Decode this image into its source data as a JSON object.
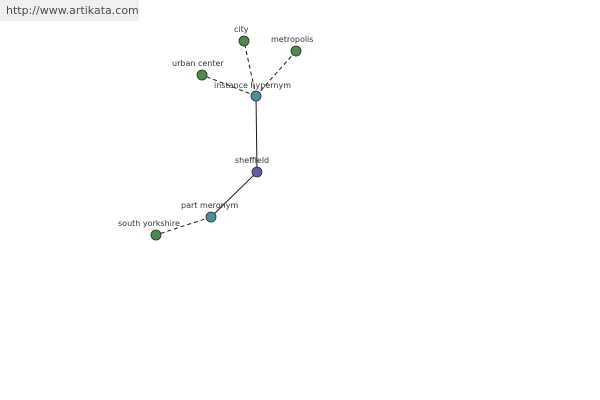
{
  "watermark": {
    "text": "http://www.artikata.com"
  },
  "colors": {
    "leaf": "#4d8a4d",
    "relation": "#4d8f94",
    "root": "#5c5fa8"
  },
  "graph": {
    "nodes": [
      {
        "id": "sheffield",
        "label": "sheffield",
        "kind": "root"
      },
      {
        "id": "instance-hypernym",
        "label": "instance hypernym",
        "kind": "relation"
      },
      {
        "id": "part-meronym",
        "label": "part meronym",
        "kind": "relation"
      },
      {
        "id": "city",
        "label": "city",
        "kind": "leaf"
      },
      {
        "id": "metropolis",
        "label": "metropolis",
        "kind": "leaf"
      },
      {
        "id": "urban-center",
        "label": "urban center",
        "kind": "leaf"
      },
      {
        "id": "south-yorkshire",
        "label": "south yorkshire",
        "kind": "leaf"
      }
    ],
    "edges": [
      {
        "from": "sheffield",
        "to": "instance-hypernym",
        "style": "solid"
      },
      {
        "from": "sheffield",
        "to": "part-meronym",
        "style": "solid"
      },
      {
        "from": "instance-hypernym",
        "to": "city",
        "style": "dashed"
      },
      {
        "from": "instance-hypernym",
        "to": "metropolis",
        "style": "dashed"
      },
      {
        "from": "instance-hypernym",
        "to": "urban-center",
        "style": "dashed"
      },
      {
        "from": "part-meronym",
        "to": "south-yorkshire",
        "style": "dashed"
      }
    ]
  }
}
